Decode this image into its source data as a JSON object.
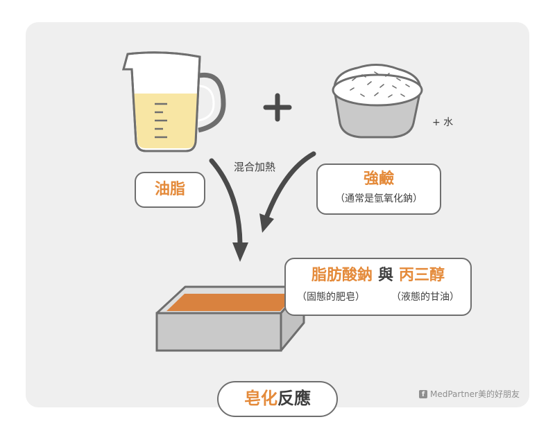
{
  "mix_label": "混合加熱",
  "water_label": "+ 水",
  "oil": {
    "label": "油脂"
  },
  "alkali": {
    "label": "強鹼",
    "note": "（通常是氫氧化鈉）"
  },
  "products": {
    "soap": "脂肪酸鈉",
    "and": "與",
    "glycerol": "丙三醇",
    "soap_note": "（固態的肥皂）",
    "glycerol_note": "（液態的甘油）"
  },
  "title": {
    "highlight": "皂化",
    "rest": "反應"
  },
  "credit": {
    "icon": "facebook-icon",
    "text": "MedPartner美的好朋友"
  },
  "colors": {
    "accent": "#e48a3a",
    "outline": "#6e6e6e",
    "panel": "#efefef",
    "oil": "#f8e6a4",
    "soap": "#d9823f"
  }
}
